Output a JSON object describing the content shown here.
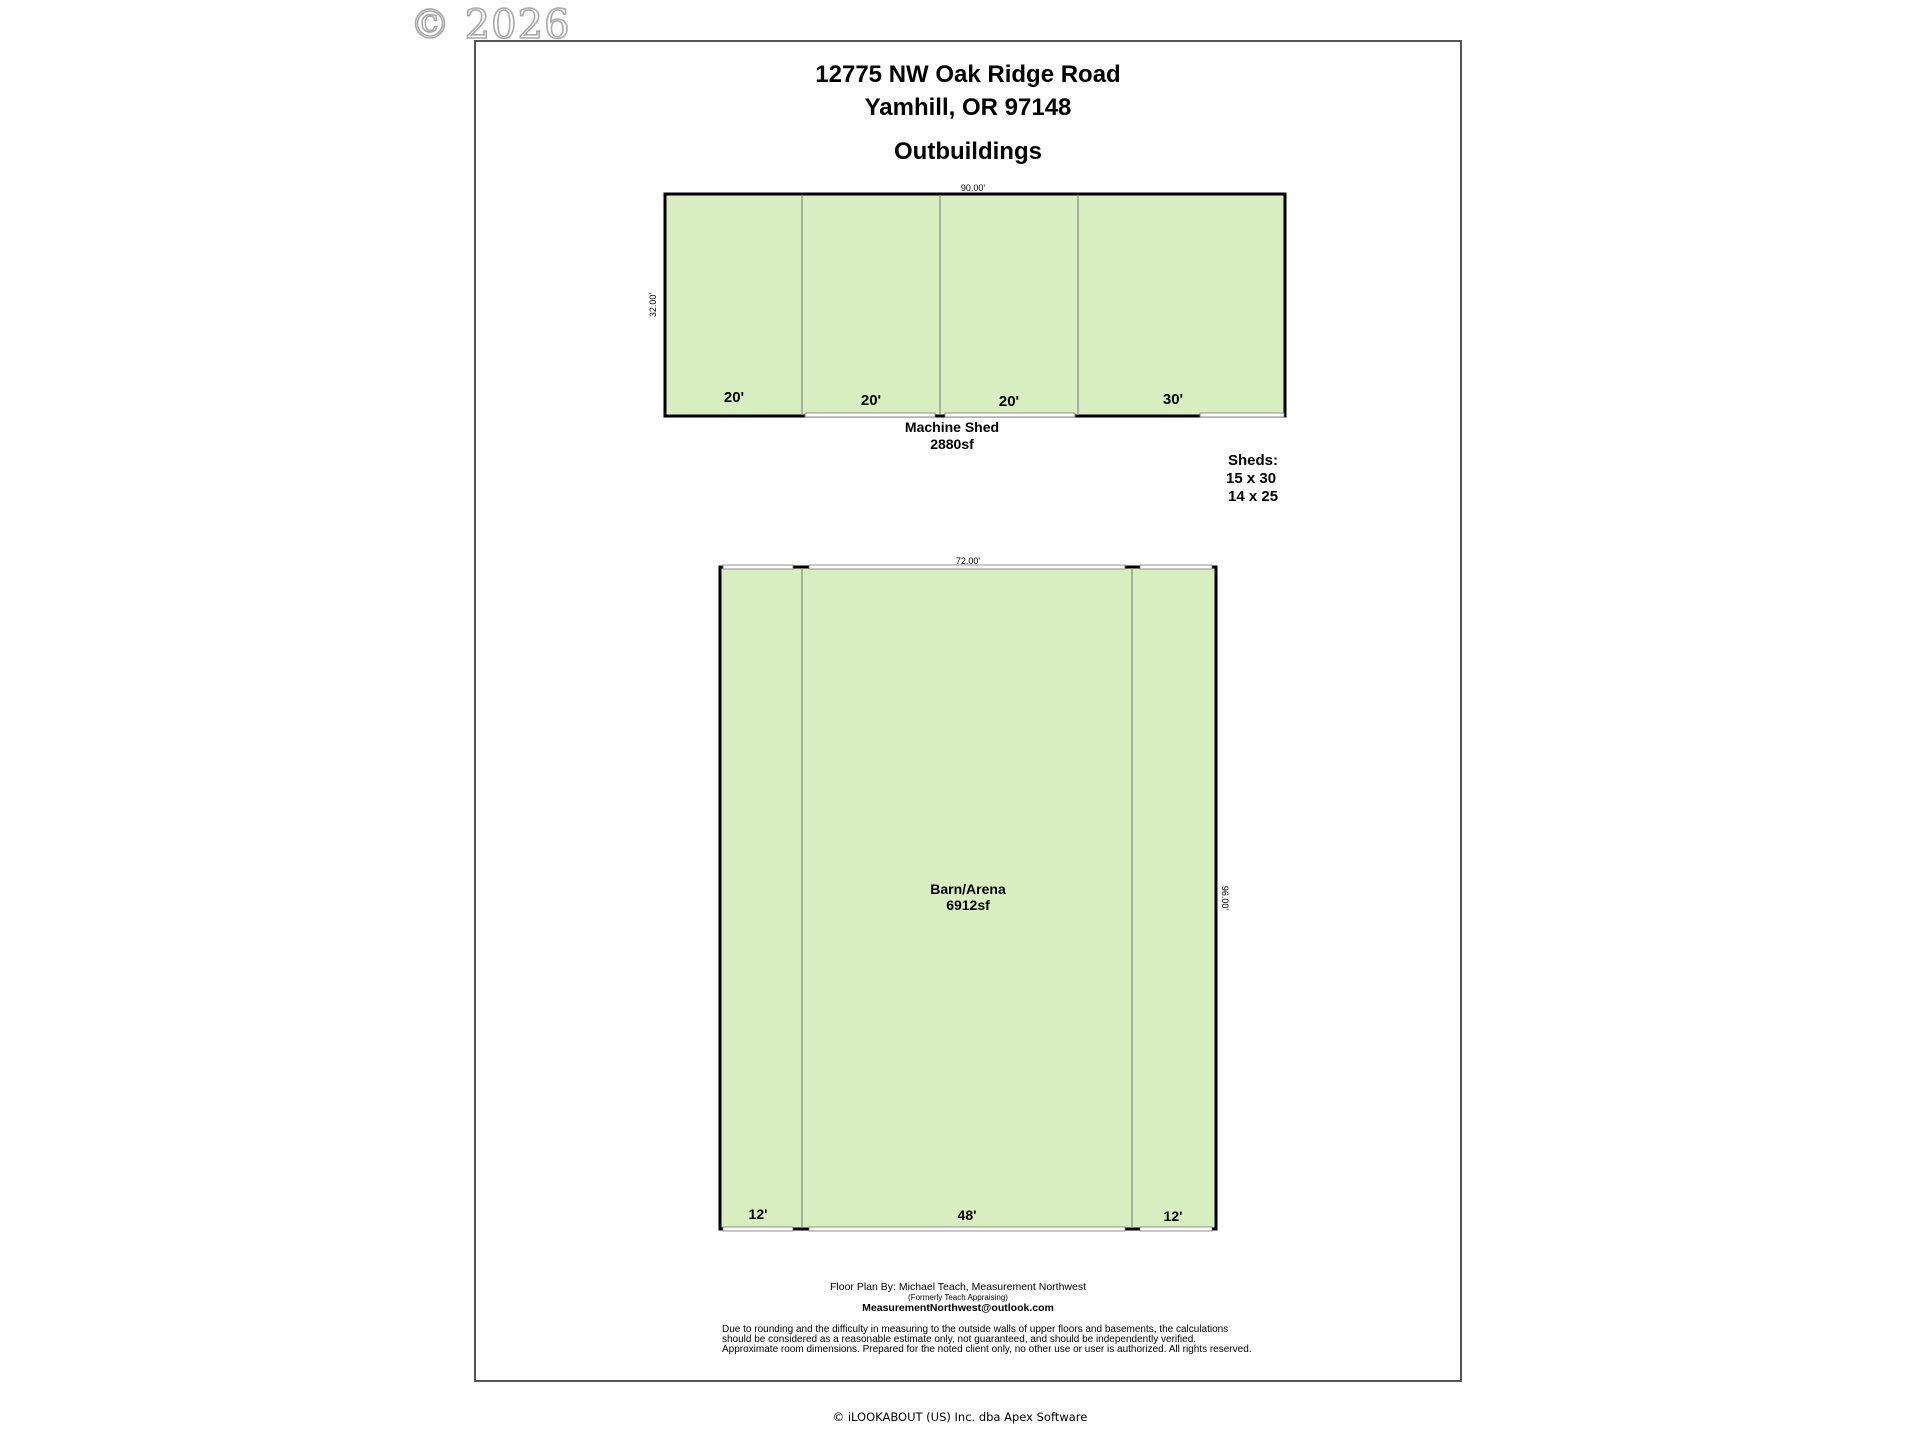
{
  "watermark": "© 2026",
  "header": {
    "address_line1": "12775 NW Oak Ridge Road",
    "address_line2": "Yamhill, OR 97148",
    "section_title": "Outbuildings"
  },
  "machine_shed": {
    "name": "Machine Shed",
    "area": "2880sf",
    "width_label": "90.00'",
    "depth_label": "32.00'",
    "bays": [
      "20'",
      "20'",
      "20'",
      "30'"
    ]
  },
  "sheds_note": {
    "title": "Sheds:",
    "lines": [
      "15 x 30",
      "14 x 25"
    ]
  },
  "barn_arena": {
    "name": "Barn/Arena",
    "area": "6912sf",
    "width_label": "72.00'",
    "depth_label": "96.00'",
    "sections": [
      "12'",
      "48'",
      "12'"
    ]
  },
  "credits": {
    "floor_plan_by": "Floor Plan By: Michael Teach, Measurement Northwest",
    "formerly": "(Formerly Teach Appraising)",
    "email": "MeasurementNorthwest@outlook.com",
    "disclaimer": "Due to rounding and the difficulty in measuring to the outside walls of upper floors and basements, the calculations should be considered as a reasonable estimate only, not guaranteed, and should be independently verified. Approximate room dimensions. Prepared for the noted client only, no other use or user is authorized. All rights reserved."
  },
  "footer": "© iLOOKABOUT (US) Inc. dba Apex Software",
  "colors": {
    "floor_fill": "#d8edc0",
    "wall": "#000000",
    "partition": "#8a8a8a"
  }
}
